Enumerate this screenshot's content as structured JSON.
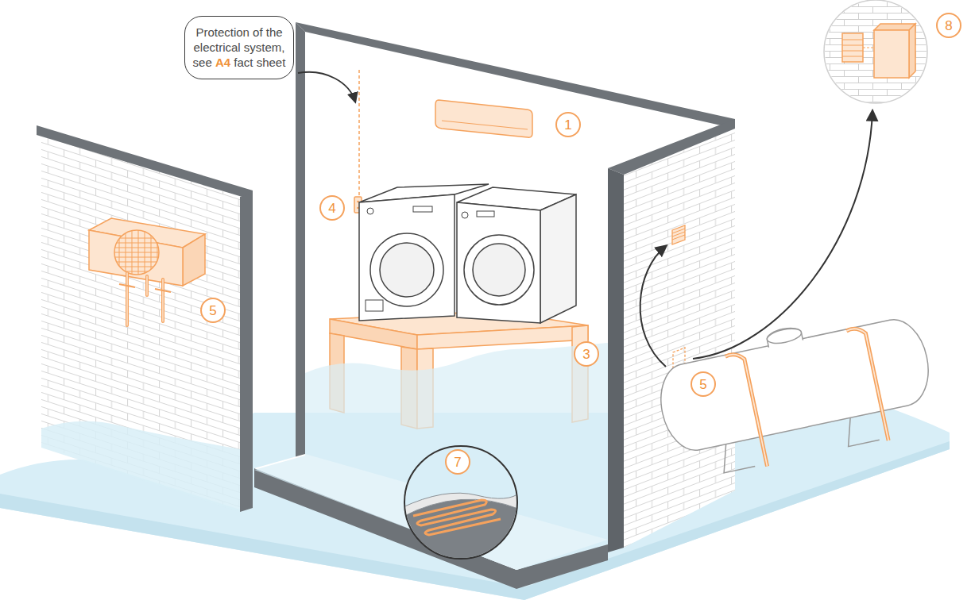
{
  "diagram": {
    "nodes": [
      {
        "text": [
          "Protection of the electrical system, see A4 fact sheet"
        ]
      },
      {
        "text": [
          "8"
        ]
      },
      {
        "text": [
          "1"
        ]
      },
      {
        "text": [
          "4"
        ]
      },
      {
        "text": [
          "5"
        ]
      },
      {
        "text": [
          "3"
        ]
      },
      {
        "text": [
          "5"
        ]
      },
      {
        "text": [
          "7"
        ]
      }
    ]
  }
}
